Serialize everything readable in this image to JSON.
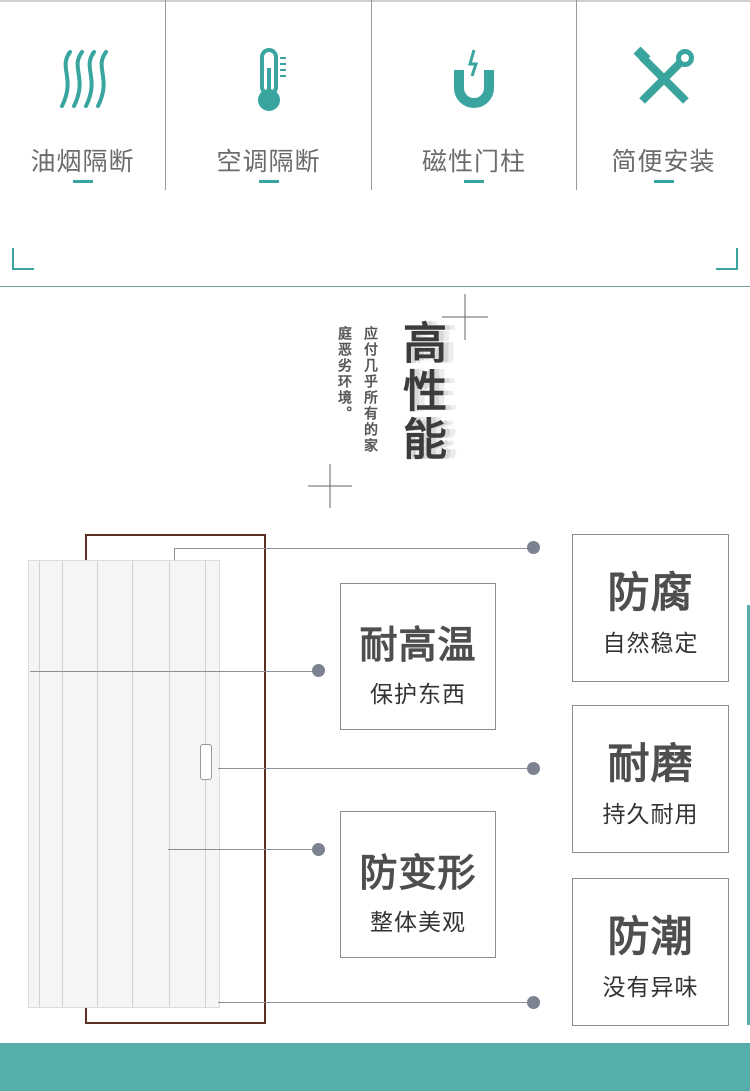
{
  "features": [
    {
      "label": "油烟隔断",
      "icon": "smoke-waves-icon"
    },
    {
      "label": "空调隔断",
      "icon": "thermometer-icon"
    },
    {
      "label": "磁性门柱",
      "icon": "magnet-icon"
    },
    {
      "label": "简便安装",
      "icon": "tools-icon"
    }
  ],
  "hero": {
    "title": "高性能",
    "line1": "应付几乎所有的家",
    "line2": "庭恶劣环境。"
  },
  "middle_boxes": [
    {
      "title": "耐高温",
      "sub": "保护东西"
    },
    {
      "title": "防变形",
      "sub": "整体美观"
    }
  ],
  "right_boxes": [
    {
      "title": "防腐",
      "sub": "自然稳定"
    },
    {
      "title": "耐磨",
      "sub": "持久耐用"
    },
    {
      "title": "防潮",
      "sub": "没有异味"
    }
  ],
  "colors": {
    "accent": "#3aa59f",
    "band": "#56aeaa",
    "frame": "#5b2e23"
  }
}
